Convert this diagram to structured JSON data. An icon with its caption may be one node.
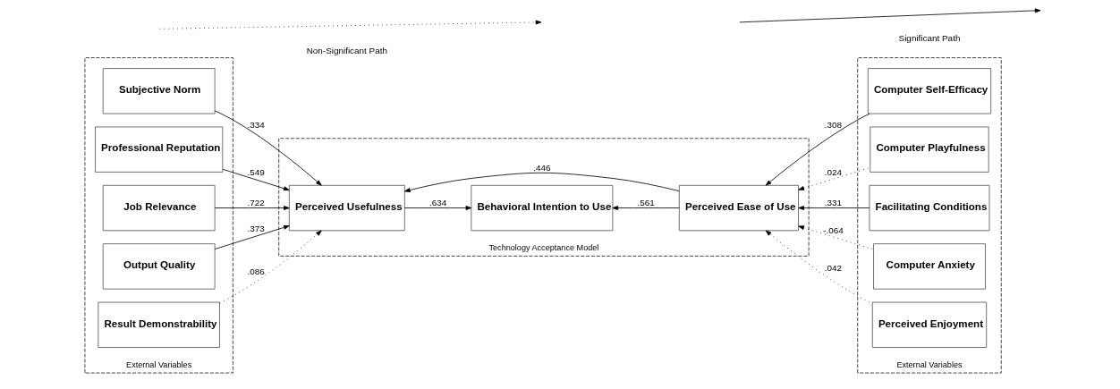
{
  "diagram": {
    "nodes": [
      {
        "text": [
          "External Variables"
        ]
      },
      {
        "text": [
          "Subjective Norm"
        ],
        "in": 0
      },
      {
        "text": [
          "Professional Reputation"
        ],
        "in": 0
      },
      {
        "text": [
          "Job Relevance"
        ],
        "in": 0
      },
      {
        "text": [
          "Output Quality"
        ],
        "in": 0
      },
      {
        "text": [
          "Result Demonstrability"
        ],
        "in": 0
      },
      {
        "text": [
          "Technology Acceptance Model"
        ]
      },
      {
        "text": [
          "Perceived Usefulness"
        ],
        "in": 6
      },
      {
        "text": [
          "Behavioral Intention to Use"
        ],
        "in": 6
      },
      {
        "text": [
          "Perceived Ease of Use"
        ],
        "in": 6
      },
      {
        "text": [
          "External Variables"
        ]
      },
      {
        "text": [
          "Computer Self-Efficacy"
        ],
        "in": 10
      },
      {
        "text": [
          "Computer Playfulness"
        ],
        "in": 10
      },
      {
        "text": [
          "Facilitating Conditions"
        ],
        "in": 10
      },
      {
        "text": [
          "Computer Anxiety"
        ],
        "in": 10
      },
      {
        "text": [
          "Perceived Enjoyment"
        ],
        "in": 10
      }
    ],
    "edges": [
      {
        "from": 1,
        "to": 7,
        "arrow": "to",
        "label": ".334"
      },
      {
        "from": 2,
        "to": 7,
        "arrow": "to",
        "label": ".549"
      },
      {
        "from": 3,
        "to": 7,
        "arrow": "to",
        "label": ".722"
      },
      {
        "from": 4,
        "to": 7,
        "arrow": "to",
        "label": ".373"
      },
      {
        "from": 5,
        "to": 7,
        "arrow": "to",
        "label": ".086",
        "style": "dashed"
      },
      {
        "from": 9,
        "to": 7,
        "arrow": "to",
        "label": ".446"
      },
      {
        "from": 7,
        "to": 8,
        "arrow": "to",
        "label": ".634"
      },
      {
        "from": 9,
        "to": 8,
        "arrow": "to",
        "label": ".561"
      },
      {
        "from": 11,
        "to": 9,
        "arrow": "to",
        "label": ".308"
      },
      {
        "from": 12,
        "to": 9,
        "arrow": "to",
        "label": ".024",
        "style": "dashed"
      },
      {
        "from": 13,
        "to": 9,
        "arrow": "to",
        "label": ".331"
      },
      {
        "from": 14,
        "to": 9,
        "arrow": "to",
        "label": "-.064",
        "style": "dashed"
      },
      {
        "from": 15,
        "to": 9,
        "arrow": "to",
        "label": ".042",
        "style": "dashed"
      }
    ],
    "legend": [
      {
        "text": "Non-Significant Path"
      },
      {
        "text": "Significant Path"
      }
    ]
  }
}
